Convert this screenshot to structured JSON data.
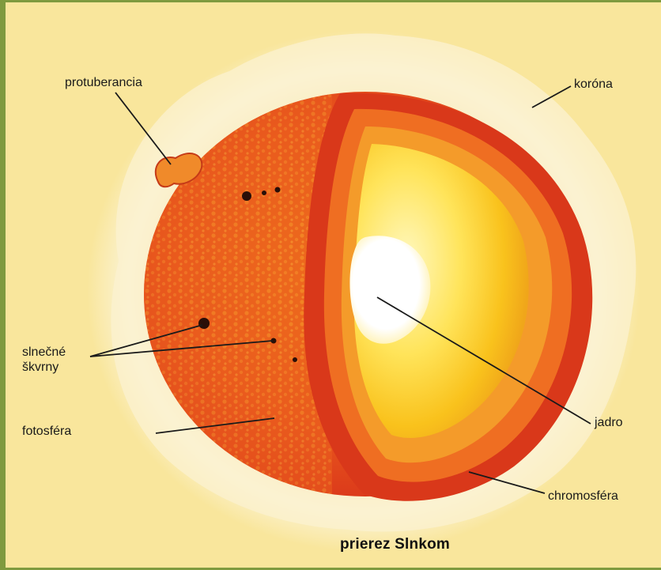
{
  "labels": {
    "protuberancia": "protuberancia",
    "korona": "koróna",
    "slnecne_line1": "slnečné",
    "slnecne_line2": "škvrny",
    "fotosfera": "fotosféra",
    "jadro": "jadro",
    "chromosfera": "chromosféra"
  },
  "caption": "prierez Slnkom",
  "colors": {
    "background": "#f9e69c",
    "frame": "#7f9a3f",
    "corona": "#fbf4d8",
    "photosphere": "#e8461c",
    "core": "#ffffff",
    "radiative_zone": "#ffd21e"
  }
}
